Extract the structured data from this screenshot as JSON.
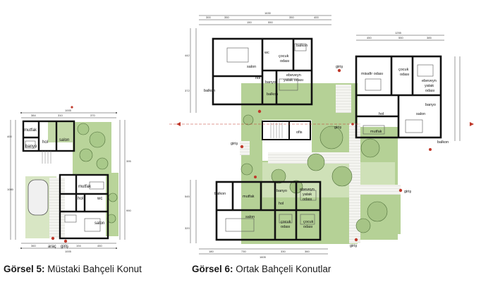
{
  "figure5": {
    "caption_bold": "Görsel 5:",
    "caption_text": " Müstaki Bahçeli Konut",
    "labels": {
      "mutfak1": "mutfak",
      "salon1": "salon",
      "banyo1": "banyo",
      "hol1": "hol",
      "mutfak2": "mutfak",
      "hol2": "hol",
      "wc": "wc",
      "salon2": "salon",
      "arac": "araç",
      "giris": "giriş"
    },
    "dims": {
      "top_total": "1005",
      "top_a": "384",
      "top_b": "310",
      "top_c": "370",
      "bottom_a": "360",
      "bottom_b": "194",
      "bottom_c": "450",
      "bottom_total": "1005",
      "left_a": "400",
      "left_b": "1080",
      "right_a": "395",
      "right_b": "990"
    }
  },
  "figure6": {
    "caption_bold": "Görsel 6:",
    "caption_text": " Ortak Bahçeli Konutlar",
    "labels": {
      "balkon_tl": "balkon",
      "salon_tl": "salon",
      "cocuk_tl_1": "çocuk",
      "cocuk_tl_2": "odası",
      "wc_tl": "wc",
      "ebeveyn_tl_1": "ebeveyn",
      "ebeveyn_tl_2": "yatak odası",
      "hol_tl": "hol",
      "banyo_tl": "banyo",
      "balkon_tl2": "balkon",
      "balkon_tl3": "balkon",
      "giris_top": "giriş",
      "misafir": "misafir odası",
      "cocuk_tr_1": "çocuk",
      "cocuk_tr_2": "odası",
      "ebeveyn_tr_1": "ebeveyn",
      "ebeveyn_tr_2": "yatak",
      "ebeveyn_tr_3": "odası",
      "banyo_tr": "banyo",
      "salon_tr": "salon",
      "hol_tr": "hol",
      "mutfak_tr": "mutfak",
      "balkon_tr": "balkon",
      "giris_tr": "giriş",
      "ofis": "ofis",
      "giris_left": "giriş",
      "balkon_bl": "balkon",
      "mutfak_bl": "mutfak",
      "banyo_bl": "banyo",
      "ebeveyn_bl_1": "ebeveyn",
      "ebeveyn_bl_2": "yatak",
      "ebeveyn_bl_3": "odası",
      "hol_bl": "hol",
      "salon_bl": "salon",
      "cocuk_bl1_1": "çocuk",
      "cocuk_bl1_2": "odası",
      "cocuk_bl2_1": "çocuk",
      "cocuk_bl2_2": "odası",
      "giris_bottom": "giriş",
      "giris_right": "giriş"
    },
    "dims": {
      "top_total": "1630",
      "top_a": "300",
      "top_b": "350",
      "top_c": "150",
      "top_d": "550",
      "top_e": "350",
      "top_f": "400",
      "right_total": "1255",
      "right_a": "450",
      "right_b": "550",
      "right_c": "385",
      "bot_a": "180",
      "bot_b": "730",
      "bot_c": "330",
      "bot_d": "360",
      "bot_total": "1605",
      "left_a": "442",
      "left_b": "372",
      "left_c": "545",
      "left_d": "320"
    }
  }
}
